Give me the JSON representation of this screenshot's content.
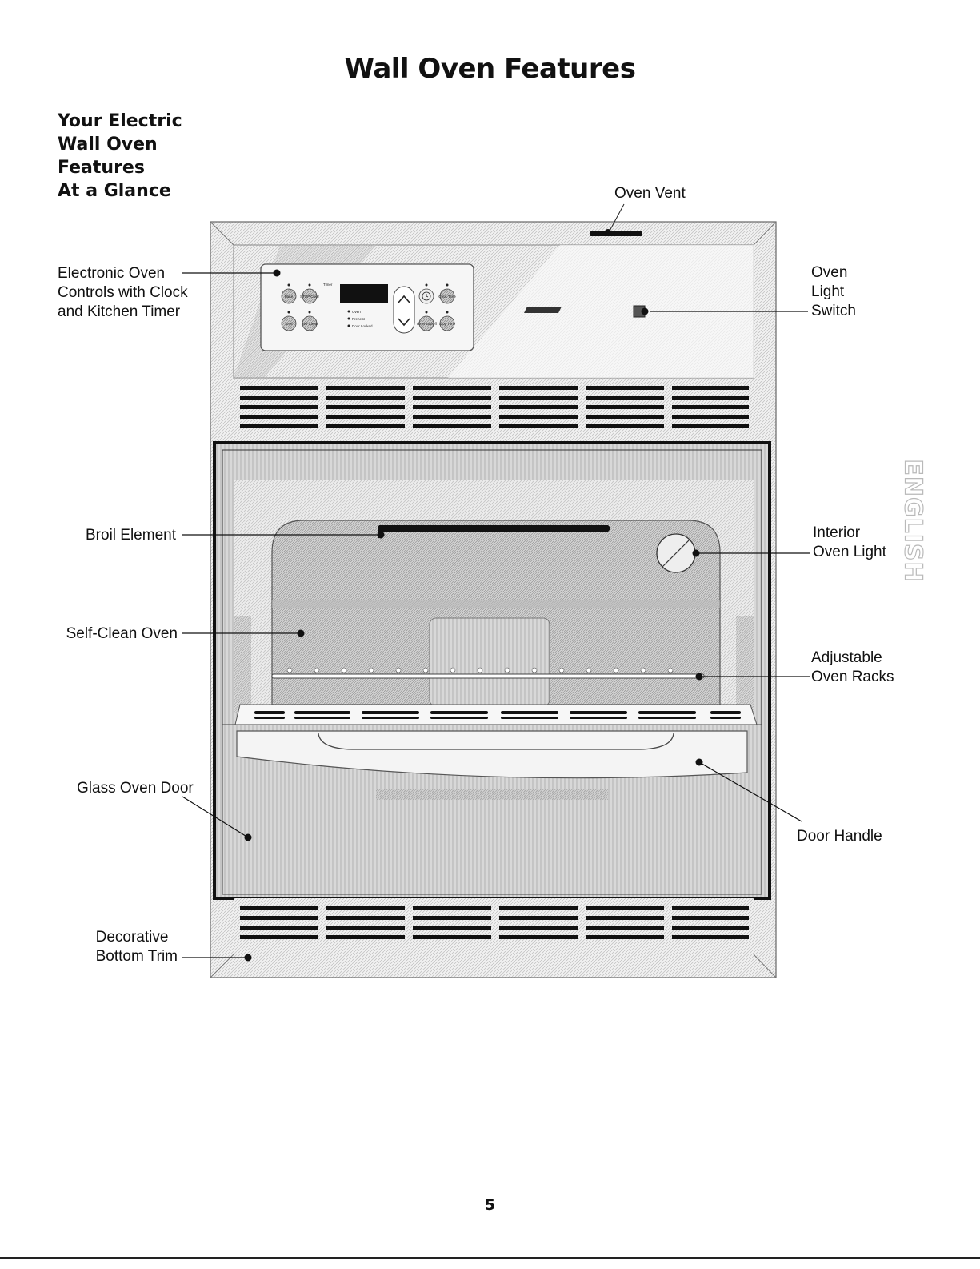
{
  "page": {
    "title": "Wall Oven Features",
    "subtitle_lines": [
      "Your Electric",
      "Wall Oven",
      "Features",
      "At a Glance"
    ],
    "side_tab": "ENGLISH",
    "page_number": "5"
  },
  "callouts": {
    "oven_vent": "Oven Vent",
    "electronic_controls": [
      "Electronic Oven",
      "Controls with Clock",
      "and Kitchen Timer"
    ],
    "oven_light_switch": [
      "Oven",
      "Light",
      "Switch"
    ],
    "broil_element": "Broil Element",
    "interior_oven_light": [
      "Interior",
      "Oven Light"
    ],
    "self_clean_oven": "Self-Clean Oven",
    "adjustable_racks": [
      "Adjustable",
      "Oven Racks"
    ],
    "glass_oven_door": "Glass Oven Door",
    "door_handle": "Door Handle",
    "bottom_trim": [
      "Decorative",
      "Bottom Trim"
    ]
  },
  "control_panel": {
    "buttons": {
      "bake": "Bake",
      "stop_clear": "STOP Clear",
      "cook_time": "Cook Time",
      "broil": "Broil",
      "self_clean": "Self Clean",
      "timer_on_off": "Timer On/Off",
      "stop_time": "Stop Time"
    },
    "indicators": {
      "oven": "Oven",
      "preheat": "Preheat",
      "door_locked": "Door Locked",
      "timer": "Timer"
    }
  }
}
